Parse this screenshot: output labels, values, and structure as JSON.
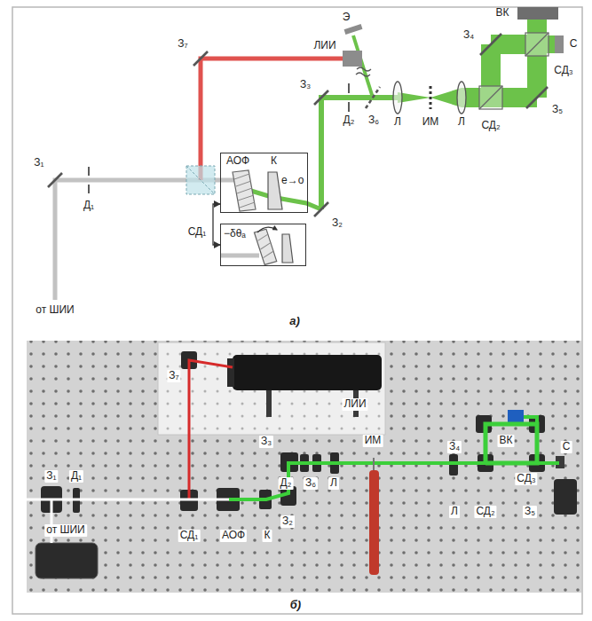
{
  "diagram": {
    "nodes": [
      {
        "text": [
          "АОФ",
          "К",
          "e→o"
        ]
      },
      {
        "text": [
          "−δθₐ"
        ]
      }
    ],
    "edges": [
      {
        "from": 0,
        "to": 1,
        "arrow": "both"
      }
    ],
    "labels": [
      "З₇",
      "ЛИИ",
      "З₁",
      "Д₁",
      "от ШИИ",
      "СД₁",
      "З₃",
      "Д₂",
      "З₆",
      "Э",
      "Л",
      "ИМ",
      "Л",
      "СД₂",
      "З₄",
      "ВК",
      "СД₃",
      "С",
      "З₅",
      "З₂",
      "а)",
      "З₇",
      "ЛИИ",
      "З₃",
      "ИМ",
      "ВК",
      "З₄",
      "С",
      "СД₃",
      "З₁",
      "Д₁",
      "Д₂",
      "З₆",
      "Л",
      "Л",
      "СД₂",
      "З₅",
      "от ШИИ",
      "СД₁",
      "АОФ",
      "К",
      "З₂",
      "б)"
    ]
  }
}
